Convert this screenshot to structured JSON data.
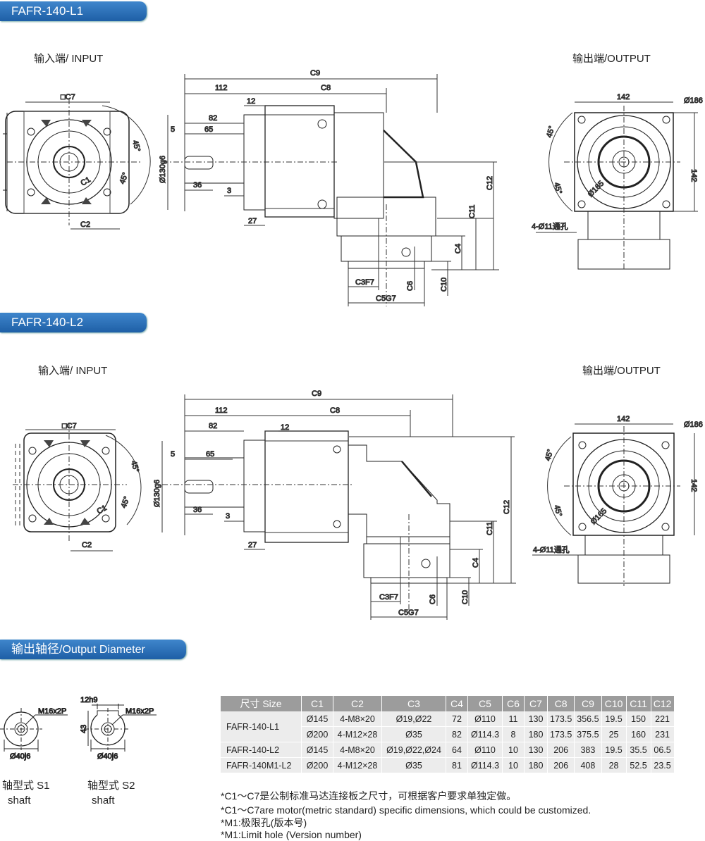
{
  "sections": {
    "l1_title": "FAFR-140-L1",
    "l2_title": "FAFR-140-L2",
    "output_title_cn": "输出轴径",
    "output_title_en": "/Output Diameter"
  },
  "views": {
    "input": "输入端/ INPUT",
    "output": "输出端/OUTPUT"
  },
  "dims": {
    "c7": "□C7",
    "c1": "C1",
    "c2": "C2",
    "deg45": "45°",
    "c9": "C9",
    "c8": "C8",
    "n112": "112",
    "n12": "12",
    "n82": "82",
    "n65": "65",
    "n5": "5",
    "d130": "Ø130g6",
    "n36": "36",
    "n3": "3",
    "n27": "27",
    "c12": "C12",
    "c11": "C11",
    "c4": "C4",
    "c10": "C10",
    "c6": "C6",
    "c3": "C3F7",
    "c5": "C5G7",
    "n142": "142",
    "d186": "Ø186",
    "d165": "Ø165",
    "holes": "4-Ø11通孔"
  },
  "shafts": {
    "s1_thread": "M16x2P",
    "s1_dia": "Ø40j6",
    "s1_label": "轴型式 S1",
    "s1_sub": "shaft",
    "s2_key": "12h9",
    "s2_thread": "M16x2P",
    "s2_h": "43",
    "s2_dia": "Ø40j6",
    "s2_label": "轴型式 S2",
    "s2_sub": "shaft"
  },
  "table": {
    "headers": [
      "尺寸 Size",
      "C1",
      "C2",
      "C3",
      "C4",
      "C5",
      "C6",
      "C7",
      "C8",
      "C9",
      "C10",
      "C11",
      "C12"
    ],
    "rows": [
      [
        "FAFR-140-L1",
        "Ø145",
        "4-M8×20",
        "Ø19,Ø22",
        "72",
        "Ø110",
        "11",
        "130",
        "173.5",
        "356.5",
        "19.5",
        "150",
        "221"
      ],
      [
        "",
        "Ø200",
        "4-M12×28",
        "Ø35",
        "82",
        "Ø114.3",
        "8",
        "180",
        "173.5",
        "375.5",
        "25",
        "160",
        "231"
      ],
      [
        "FAFR-140-L2",
        "Ø145",
        "4-M8×20",
        "Ø19,Ø22,Ø24",
        "64",
        "Ø110",
        "10",
        "130",
        "206",
        "383",
        "19.5",
        "35.5",
        "06.5"
      ],
      [
        "FAFR-140M1-L2",
        "Ø200",
        "4-M12×28",
        "Ø35",
        "81",
        "Ø114.3",
        "10",
        "180",
        "206",
        "408",
        "28",
        "52.5",
        "23.5"
      ]
    ]
  },
  "notes": [
    "*C1～C7是公制标准马达连接板之尺寸，可根据客户要求单独定做。",
    "*C1～C7are motor(metric standard) specific dimensions, which could be customized.",
    "*M1:极限孔(版本号)",
    "*M1:Limit hole (Version number)"
  ]
}
